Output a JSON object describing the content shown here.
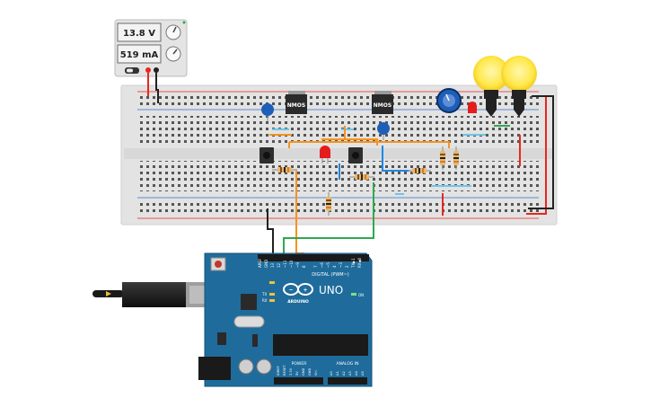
{
  "power_supply": {
    "voltage_display": "13.8 V",
    "current_display": "519 mA"
  },
  "breadboard": {
    "mosfet_left_label": "NMOS",
    "mosfet_right_label": "NMOS"
  },
  "arduino": {
    "board_name": "UNO",
    "brand_name": "ARDUINO",
    "header_digital_label": "DIGITAL (PWM~)",
    "header_power_label": "POWER",
    "header_analog_label": "ANALOG IN",
    "led_on_label": "ON",
    "led_tx_label": "TX",
    "led_rx_label": "RX",
    "pin_aref": "AREF",
    "pin_gnd": "GND",
    "pin_13": "13",
    "pin_12": "12",
    "pin_11": "~11",
    "pin_10": "~10",
    "pin_9": "~9",
    "pin_8": "8",
    "pin_7": "7",
    "pin_6": "~6",
    "pin_5": "~5",
    "pin_4": "4",
    "pin_3": "~3",
    "pin_2": "2",
    "pin_tx1": "TX▶1",
    "pin_rx0": "RX◀0",
    "pin_ioref": "IOREF",
    "pin_reset": "RESET",
    "pin_3v3": "3.3V",
    "pin_5v": "5V",
    "pin_gnd_a": "GND",
    "pin_gnd_b": "GND",
    "pin_vin": "Vin",
    "pin_a0": "A0",
    "pin_a1": "A1",
    "pin_a2": "A2",
    "pin_a3": "A3",
    "pin_a4": "A4",
    "pin_a5": "A5"
  },
  "colors": {
    "wire_red": "#e8271f",
    "wire_black": "#222222",
    "wire_orange": "#f7931e",
    "wire_green": "#2fa84f",
    "wire_blue": "#1e88e5",
    "wire_lightblue": "#6ec6e6",
    "board_blue": "#1f6c9c",
    "breadboard": "#e3e3e3",
    "bulb_yellow": "#ffe84a"
  }
}
